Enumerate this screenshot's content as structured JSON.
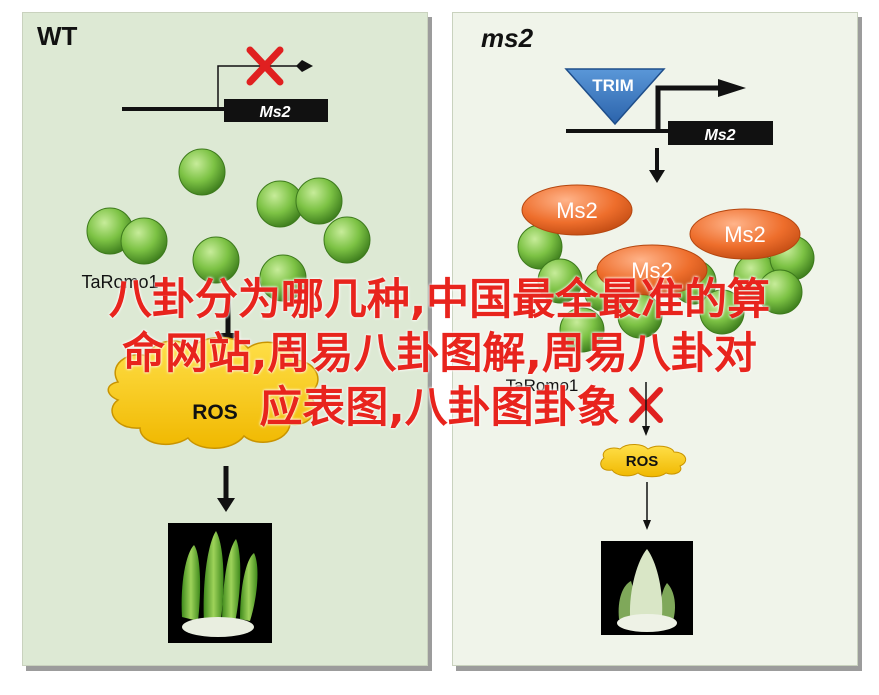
{
  "panels": {
    "wt": {
      "title": "WT",
      "gene_label": "Ms2",
      "protein_label": "TaRomo1",
      "ros_label": "ROS"
    },
    "ms2": {
      "title": "ms2",
      "trim_label": "TRIM",
      "gene_label": "Ms2",
      "protein_label": "Ms2",
      "promoter_label": "TaRomo1",
      "ros_label": "ROS"
    }
  },
  "overlay": {
    "line1": "八卦分为哪几种,中国最全最准的算",
    "line2": "命网站,周易八卦图解,周易八卦对",
    "line3": "应表图,八卦图卦象"
  },
  "colors": {
    "panel_wt": "#dde9d4",
    "panel_ms2": "#f0f4ea",
    "green_ball": "#6fb33a",
    "orange_ball": "#ec6c2a",
    "ros_cloud": "#f6c500",
    "trim_triangle": "#3d7cc6",
    "cross_red": "#e02020",
    "overlay_text": "#e8241d"
  }
}
